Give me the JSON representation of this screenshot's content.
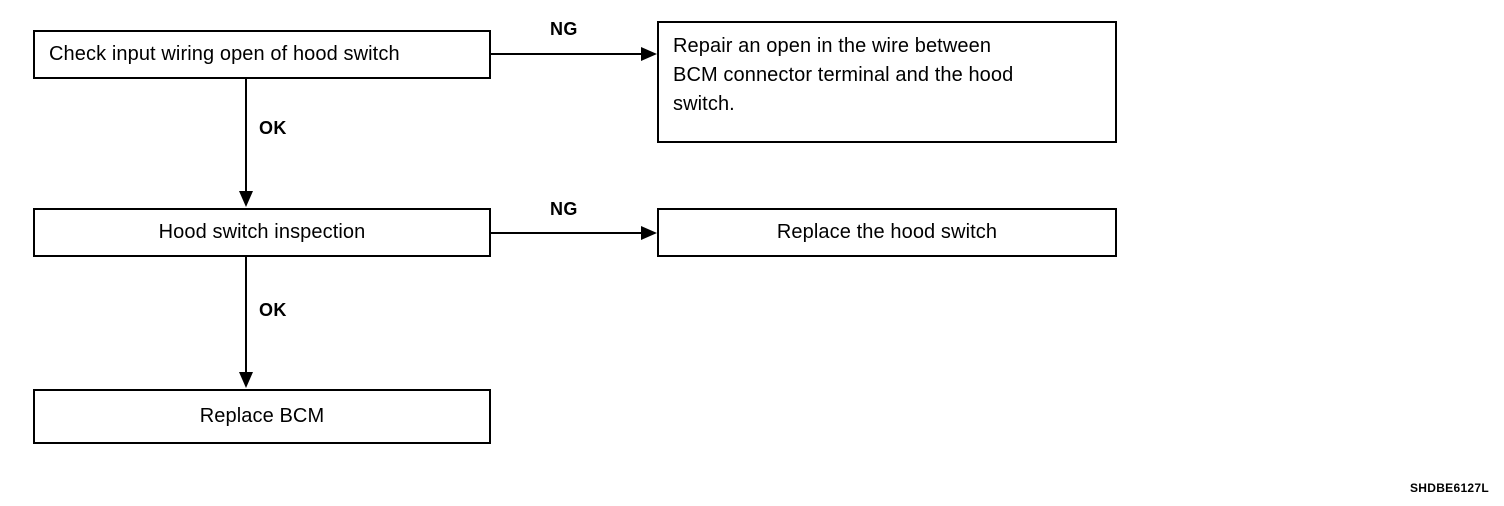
{
  "diagram": {
    "type": "troubleshooting-flowchart",
    "figure_code": "SHDBE6127L",
    "nodes": [
      {
        "id": "check-wiring",
        "text": "Check input wiring open of hood switch",
        "align": "left"
      },
      {
        "id": "repair-open",
        "line1": "Repair an open in the wire between",
        "line2": "BCM connector terminal and the hood",
        "line3": "switch.",
        "align": "left"
      },
      {
        "id": "hood-inspect",
        "text": "Hood switch inspection",
        "align": "center"
      },
      {
        "id": "replace-switch",
        "text": "Replace the hood switch",
        "align": "center"
      },
      {
        "id": "replace-bcm",
        "text": "Replace BCM",
        "align": "center"
      }
    ],
    "edges": [
      {
        "id": "ng1",
        "label": "NG",
        "from": "check-wiring",
        "to": "repair-open",
        "direction": "right"
      },
      {
        "id": "ok1",
        "label": "OK",
        "from": "check-wiring",
        "to": "hood-inspect",
        "direction": "down"
      },
      {
        "id": "ng2",
        "label": "NG",
        "from": "hood-inspect",
        "to": "replace-switch",
        "direction": "right"
      },
      {
        "id": "ok2",
        "label": "OK",
        "from": "hood-inspect",
        "to": "replace-bcm",
        "direction": "down"
      }
    ],
    "colors": {
      "stroke": "#000000",
      "fill": "#ffffff",
      "text": "#000000"
    }
  }
}
